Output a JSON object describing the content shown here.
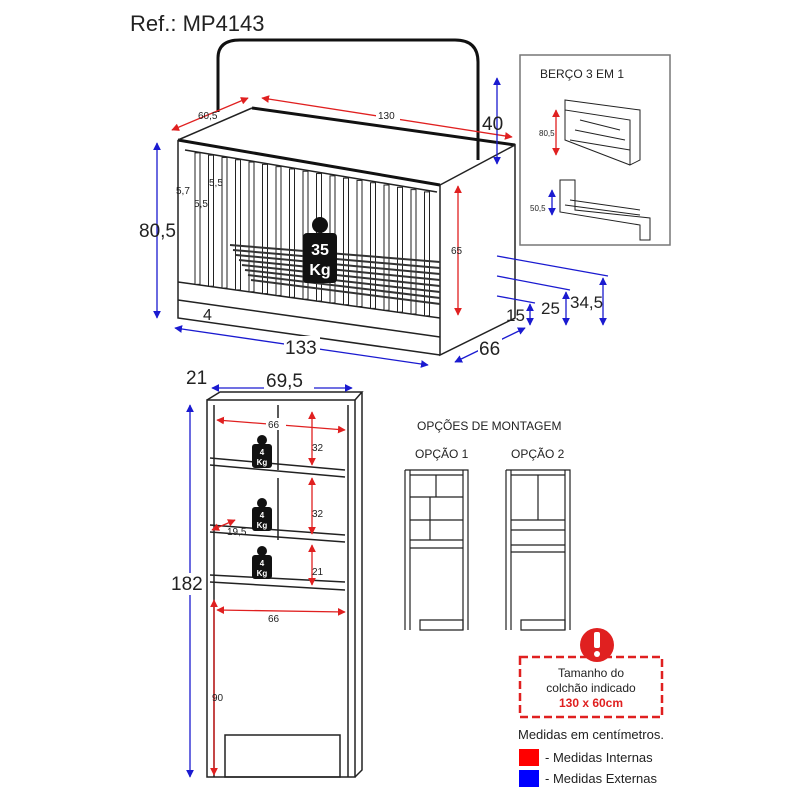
{
  "reference": "Ref.: MP4143",
  "crib": {
    "dims": {
      "width_inner": "60,5",
      "length_inner": "130",
      "headboard": "40",
      "height_total": "80,5",
      "slat_gap_a": "5,7",
      "slat_gap_b": "5,5",
      "slat_gap_c": "5,5",
      "rail_height": "65",
      "bottom": "4",
      "length_outer": "133",
      "depth_outer": "66",
      "level_1": "15",
      "level_2": "25",
      "level_3": "34,5"
    },
    "weight": {
      "value": "35",
      "unit": "Kg"
    }
  },
  "inset": {
    "title": "BERÇO 3 EM 1",
    "dim_crib": "80,5",
    "dim_bed": "50,5"
  },
  "shelf": {
    "dims": {
      "depth": "21",
      "width_outer": "69,5",
      "height_total": "182",
      "inner_width_top": "66",
      "shelf_1": "32",
      "shelf_2": "32",
      "shelf_depth": "19,5",
      "shelf_3": "21",
      "inner_width_bottom": "66",
      "lower_height": "90"
    },
    "weights": [
      {
        "value": "4",
        "unit": "Kg"
      },
      {
        "value": "4",
        "unit": "Kg"
      },
      {
        "value": "4",
        "unit": "Kg"
      }
    ]
  },
  "assembly": {
    "title": "OPÇÕES DE MONTAGEM",
    "option_1": "OPÇÃO 1",
    "option_2": "OPÇÃO 2"
  },
  "warning": {
    "line1": "Tamanho do",
    "line2": "colchão indicado",
    "size": "130 x 60cm",
    "color": "#e02020"
  },
  "legend": {
    "note": "Medidas em centímetros.",
    "internal": "- Medidas Internas",
    "external": "- Medidas Externas",
    "internal_color": "#ff0000",
    "external_color": "#0000ff"
  }
}
